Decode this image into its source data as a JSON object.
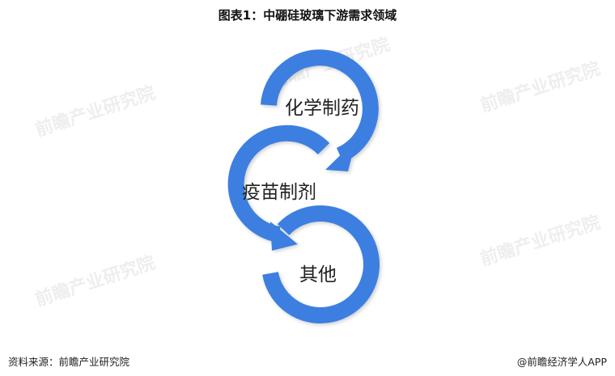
{
  "title": "图表1：中硼硅玻璃下游需求领域",
  "items": [
    {
      "label": "化学制药"
    },
    {
      "label": "疫苗制剂"
    },
    {
      "label": "其他"
    }
  ],
  "watermark": "前瞻产业研究院",
  "footer": {
    "source": "资料来源：前瞻产业研究院",
    "brand": "@前瞻经济学人APP"
  },
  "colors": {
    "ring": "#3d7fe0"
  }
}
